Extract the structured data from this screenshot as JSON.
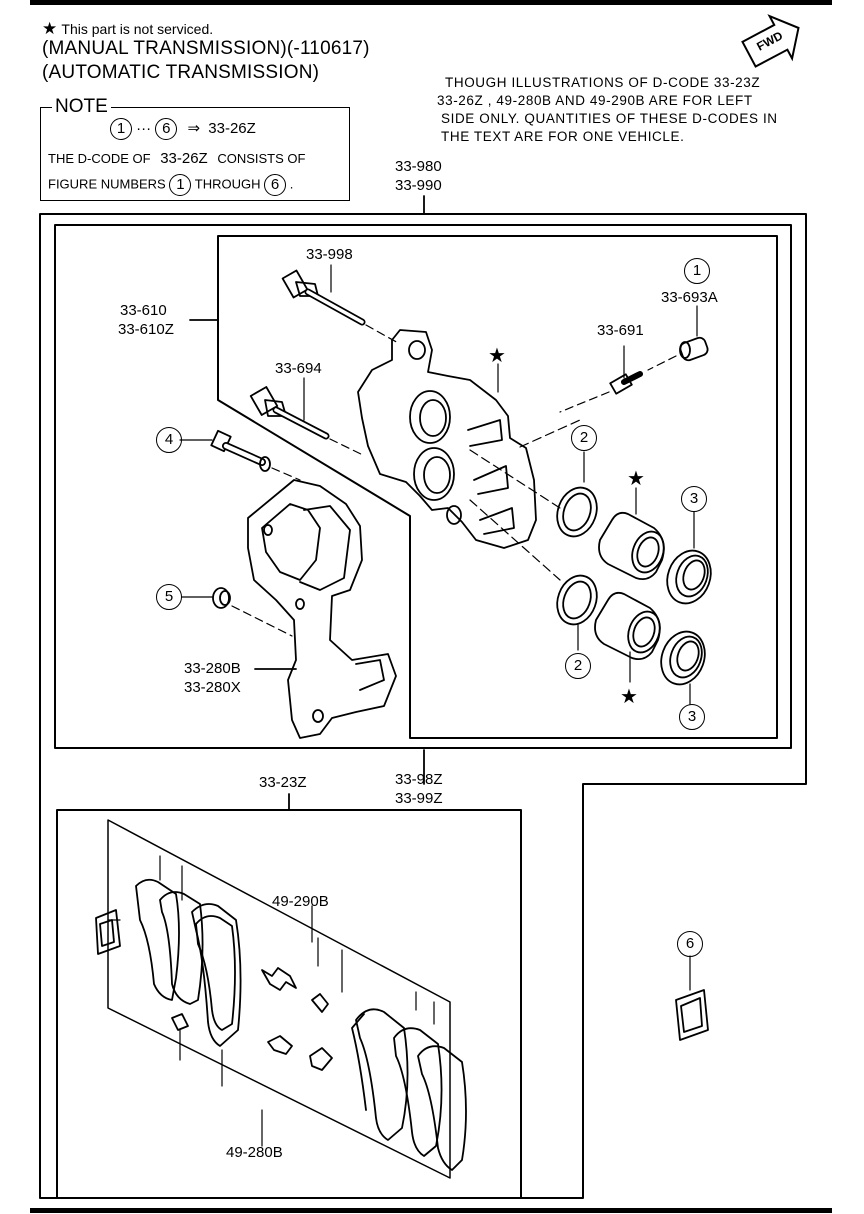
{
  "header": {
    "legend_star": "★",
    "legend_text": "This part is not serviced.",
    "line_manual": "(MANUAL TRANSMISSION)(-110617)",
    "line_automatic": "(AUTOMATIC TRANSMISSION)",
    "fwd_label": "FWD"
  },
  "note": {
    "title": "NOTE",
    "range_start": "1",
    "range_dots": "···",
    "range_end": "6",
    "arrow": "⇒",
    "range_code": "33-26Z",
    "line2_a": "THE D-CODE OF",
    "line2_code": "33-26Z",
    "line2_b": "CONSISTS OF",
    "line3_a": "FIGURE NUMBERS",
    "line3_n1": "1",
    "line3_b": "THROUGH",
    "line3_n2": "6",
    "line3_end": "."
  },
  "side_note": {
    "line1": "THOUGH ILLUSTRATIONS OF D-CODE 33-23Z",
    "line2": "33-26Z , 49-280B AND 49-290B ARE FOR LEFT",
    "line3": "SIDE ONLY. QUANTITIES OF THESE D-CODES IN",
    "line4": "THE TEXT ARE FOR ONE VEHICLE."
  },
  "labels": {
    "p33_980": "33-980",
    "p33_990": "33-990",
    "p33_998": "33-998",
    "p33_610": "33-610",
    "p33_610z": "33-610Z",
    "p33_694": "33-694",
    "p33_691": "33-691",
    "p33_693a": "33-693A",
    "p33_280b": "33-280B",
    "p33_280x": "33-280X",
    "p33_23z": "33-23Z",
    "p33_98z": "33-98Z",
    "p33_99z": "33-99Z",
    "p49_290b": "49-290B",
    "p49_280b": "49-280B"
  },
  "callouts": {
    "c1": "1",
    "c2a": "2",
    "c2b": "2",
    "c3a": "3",
    "c3b": "3",
    "c4": "4",
    "c5": "5",
    "c6": "6"
  },
  "stars": {
    "s1": "★",
    "s2": "★",
    "s3": "★"
  }
}
